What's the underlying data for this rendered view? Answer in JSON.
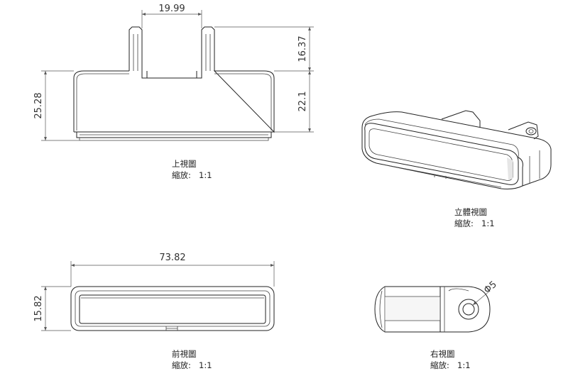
{
  "views": {
    "top": {
      "title": "上視圖",
      "scale_label": "縮放:",
      "scale_value": "1:1"
    },
    "iso": {
      "title": "立體視圖",
      "scale_label": "縮放:",
      "scale_value": "1:1"
    },
    "front": {
      "title": "前視圖",
      "scale_label": "縮放:",
      "scale_value": "1:1"
    },
    "right": {
      "title": "右視圖",
      "scale_label": "縮放:",
      "scale_value": "1:1"
    }
  },
  "dimensions": {
    "tab_gap_width": "19.99",
    "tab_height": "16.37",
    "overall_depth": "25.28",
    "body_depth": "22.1",
    "overall_length": "73.82",
    "front_height": "15.82",
    "hole_diameter": "Φ5"
  },
  "colors": {
    "line": "#222222",
    "dimension": "#555555",
    "background": "#ffffff"
  }
}
